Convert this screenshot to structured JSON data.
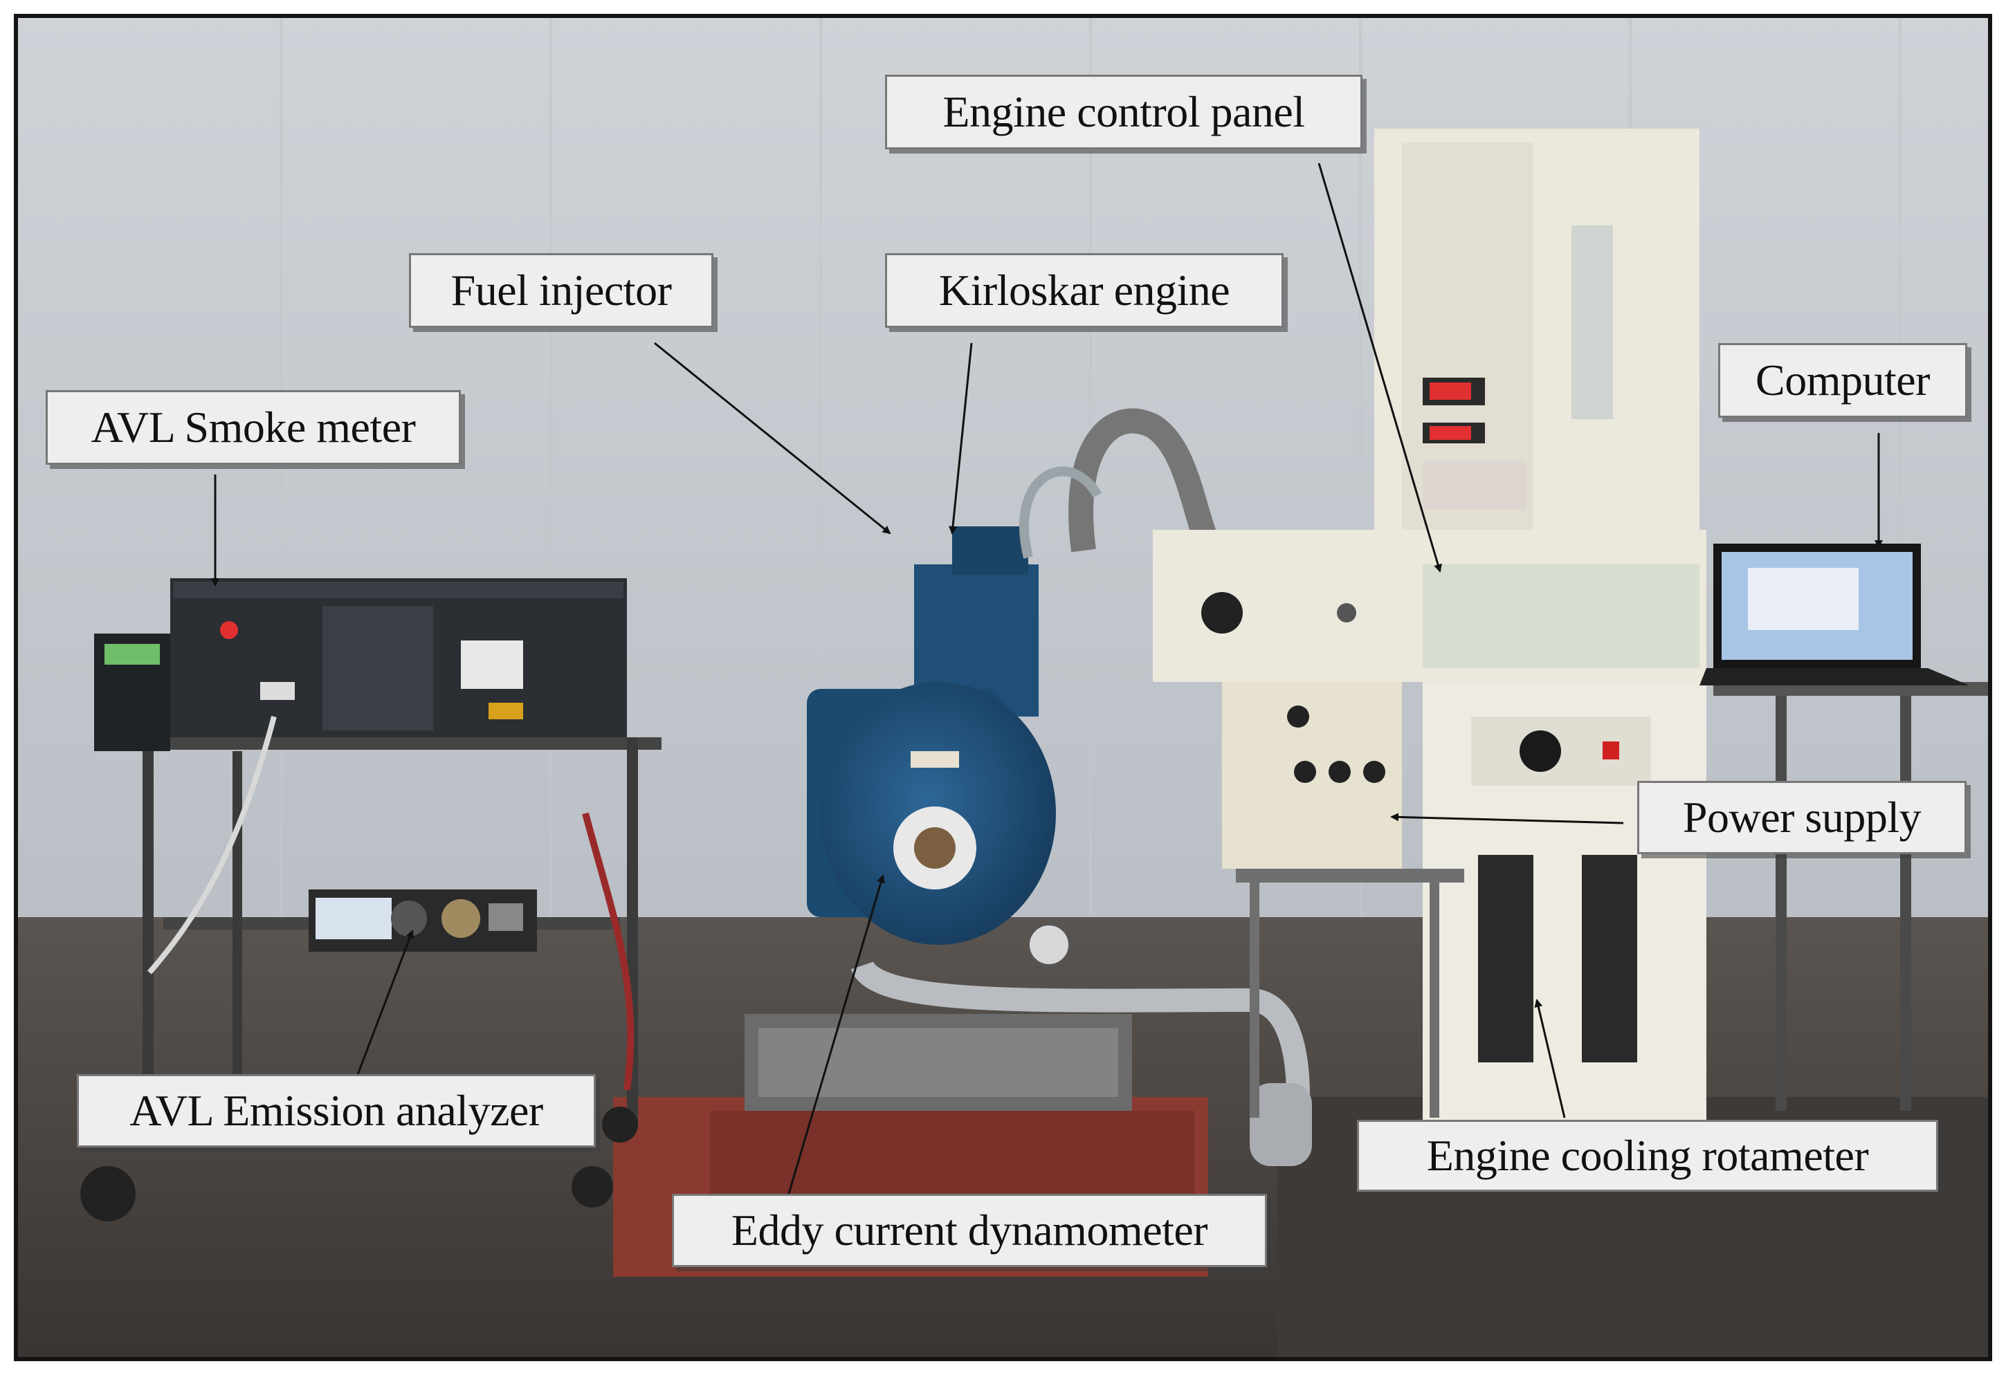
{
  "figure": {
    "labels": {
      "fuel_injector": "Fuel injector",
      "kirloskar_engine": "Kirloskar  engine",
      "engine_control_panel": "Engine control panel",
      "avl_smoke_meter": "AVL Smoke meter",
      "computer": "Computer",
      "power_supply": "Power supply",
      "avl_emission_analyzer": "AVL Emission analyzer",
      "eddy_current_dynamometer": "Eddy current dynamometer",
      "engine_cooling_rotameter": "Engine cooling rotameter"
    },
    "colors": {
      "backdrop": "#d9dde1",
      "floor": "#4a4541",
      "engine_blue": "#1f4f78",
      "panel_cream": "#ebe8dc",
      "label_bg": "#eeeeee"
    }
  }
}
